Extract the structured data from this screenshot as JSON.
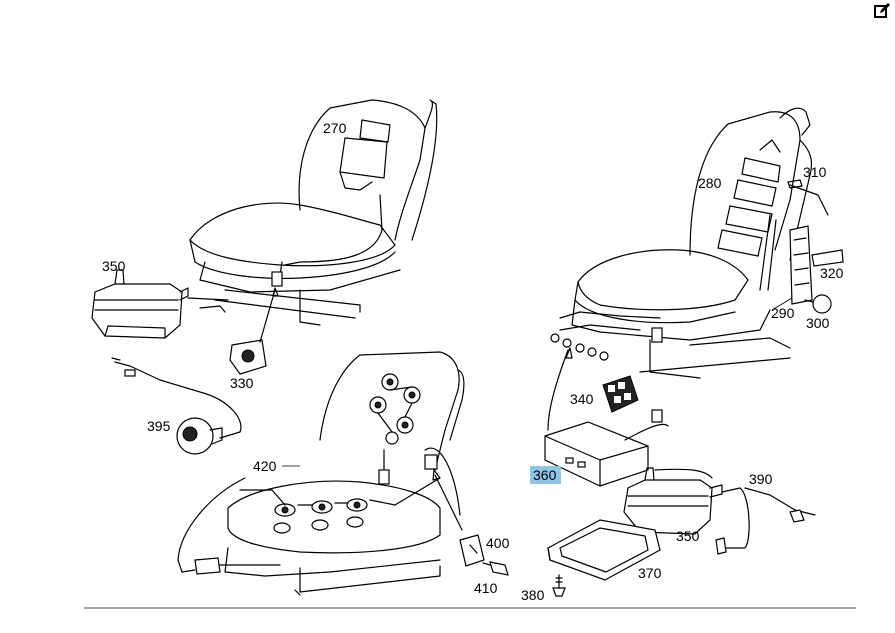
{
  "toolbar": {
    "edit_icon": "edit-square-icon"
  },
  "callouts": {
    "c270": "270",
    "c280": "280",
    "c290": "290",
    "c300": "300",
    "c310": "310",
    "c320": "320",
    "c330": "330",
    "c340": "340",
    "c350a": "350",
    "c350b": "350",
    "c360": "360",
    "c370": "370",
    "c380": "380",
    "c390": "390",
    "c395": "395",
    "c400": "400",
    "c410": "410",
    "c420": "420"
  },
  "highlight": {
    "part": "360",
    "color": "#8cc7e8"
  }
}
